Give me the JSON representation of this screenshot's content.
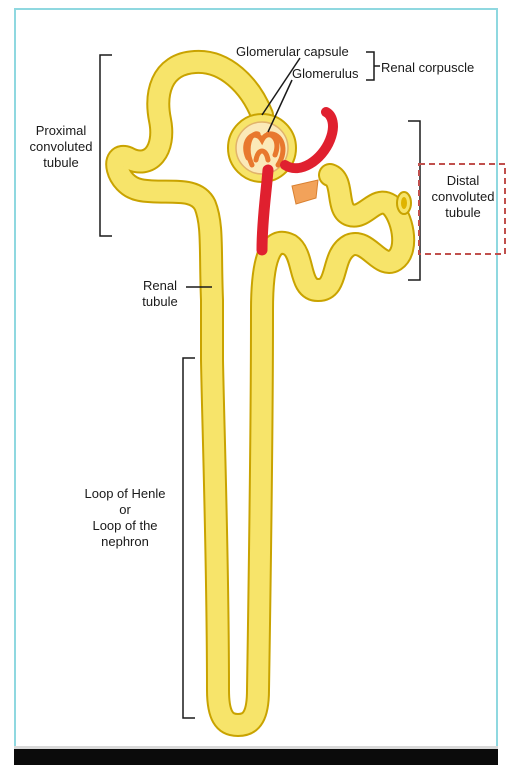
{
  "labels": {
    "glomerular_capsule": "Glomerular capsule",
    "glomerulus": "Glomerulus",
    "renal_corpuscle": "Renal corpuscle",
    "proximal_convoluted_tubule": "Proximal\nconvoluted\ntubule",
    "distal_convoluted_tubule": "Distal\nconvoluted\ntubule",
    "renal_tubule": "Renal\ntubule",
    "loop_of_henle": "Loop of Henle\nor\nLoop of the\nnephron"
  },
  "colors": {
    "tubule_fill": "#f7e46a",
    "tubule_outline": "#c9a300",
    "vessel_red": "#e0202f",
    "capsule_orange": "#f2a25a",
    "highlight_box": "#c0504d",
    "frame_border": "#8fd8e0"
  }
}
